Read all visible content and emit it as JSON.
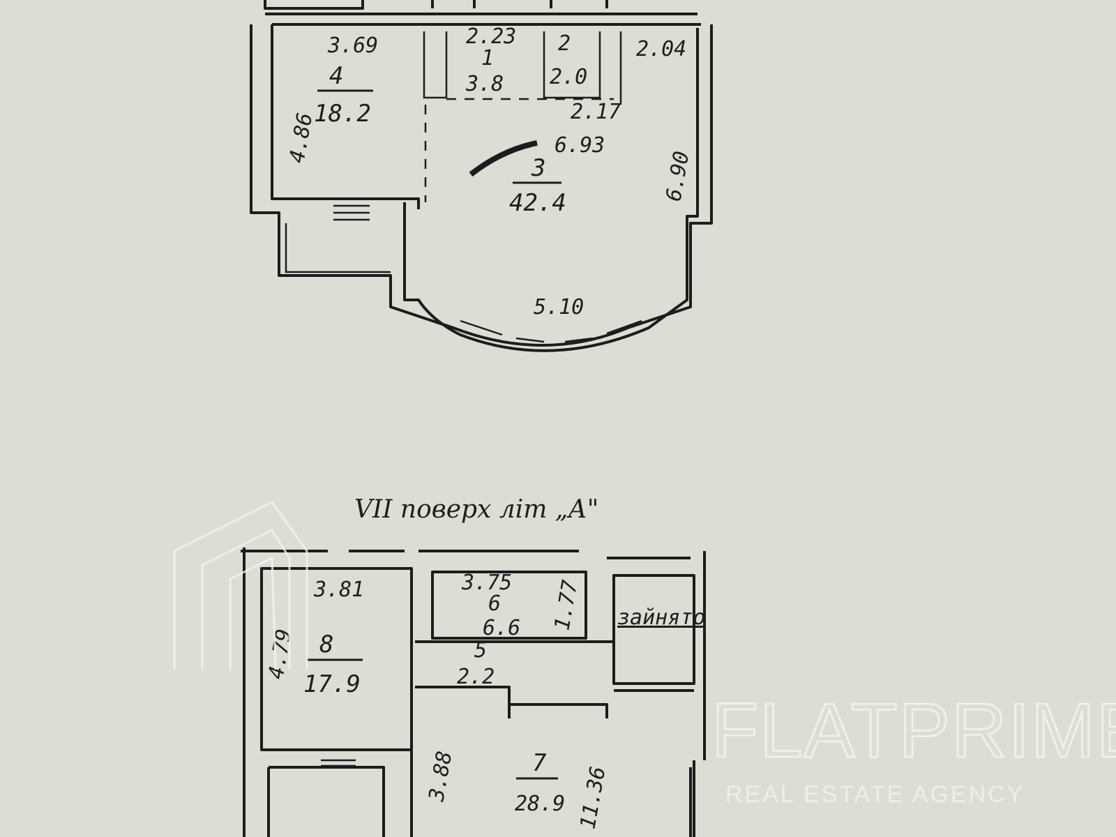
{
  "upper_plan": {
    "rooms": [
      {
        "number": "4",
        "area": "18.2",
        "width": "3.69",
        "length": "4.86"
      },
      {
        "number": "1",
        "area": "3.8",
        "width": "2.23"
      },
      {
        "number": "2",
        "area": "2.0"
      },
      {
        "number": "3",
        "area": "42.4",
        "width": "6.93",
        "length": "6.90",
        "bay": "5.10",
        "extra": "2.04",
        "inner": "2.17"
      }
    ]
  },
  "floor_title": "VII поверх літ „А\"",
  "lower_plan": {
    "rooms": [
      {
        "number": "8",
        "area": "17.9",
        "width": "3.81",
        "length": "4.79"
      },
      {
        "number": "6",
        "area": "6.6",
        "width": "3.75",
        "length": "1.77"
      },
      {
        "number": "5",
        "area": "2.2"
      },
      {
        "number": "7",
        "area": "28.9",
        "width": "3.88",
        "length": "11.36"
      }
    ],
    "occupied_label": "зайнято"
  },
  "watermark": {
    "brand": "FLATPRIME",
    "tagline": "REAL ESTATE AGENCY"
  }
}
